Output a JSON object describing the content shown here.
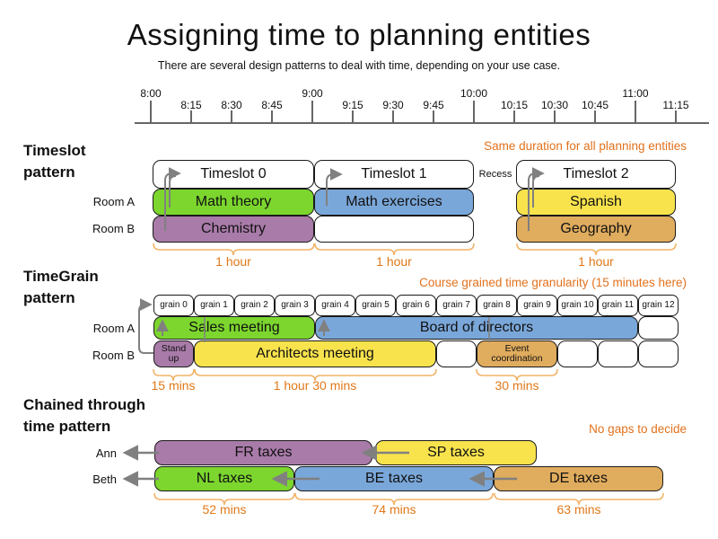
{
  "title": "Assigning time to planning entities",
  "subtitle": "There are several design patterns to deal with time, depending on your use case.",
  "timeline": {
    "labels": [
      "8:00",
      "8:15",
      "8:30",
      "8:45",
      "9:00",
      "9:15",
      "9:30",
      "9:45",
      "10:00",
      "10:15",
      "10:30",
      "10:45",
      "11:00",
      "11:15"
    ]
  },
  "timeslot": {
    "heading": [
      "Timeslot",
      "pattern"
    ],
    "annotation": "Same duration for all planning entities",
    "row_labels": [
      "Room A",
      "Room B"
    ],
    "slots": [
      "Timeslot 0",
      "Timeslot 1",
      "Timeslot 2"
    ],
    "recess_label": "Recess",
    "lessons": {
      "math_theory": "Math theory",
      "math_exercises": "Math exercises",
      "spanish": "Spanish",
      "chemistry": "Chemistry",
      "geography": "Geography"
    },
    "durations": [
      "1 hour",
      "1 hour",
      "1 hour"
    ]
  },
  "timegrain": {
    "heading": [
      "TimeGrain",
      "pattern"
    ],
    "annotation": "Course grained time granularity (15 minutes here)",
    "row_labels": [
      "Room A",
      "Room B"
    ],
    "grains": [
      "grain 0",
      "grain 1",
      "grain 2",
      "grain 3",
      "grain 4",
      "grain 5",
      "grain 6",
      "grain 7",
      "grain 8",
      "grain 9",
      "grain 10",
      "grain 11",
      "grain 12"
    ],
    "meetings": {
      "sales": "Sales meeting",
      "board": "Board of directors",
      "standup": "Stand up",
      "architects": "Architects meeting",
      "event": "Event coordination"
    },
    "durations": [
      "15 mins",
      "1 hour 30 mins",
      "30 mins"
    ]
  },
  "chained": {
    "heading": [
      "Chained through",
      "time pattern"
    ],
    "annotation": "No gaps to decide",
    "row_labels": [
      "Ann",
      "Beth"
    ],
    "tasks": {
      "fr": "FR taxes",
      "sp": "SP taxes",
      "nl": "NL taxes",
      "be": "BE taxes",
      "de": "DE taxes"
    },
    "durations": [
      "52 mins",
      "74 mins",
      "63 mins"
    ]
  },
  "colors": {
    "green": "#7cd62e",
    "blue": "#7aa7d9",
    "yellow": "#f8e34d",
    "purple": "#a97ba9",
    "tan": "#e0ac5e",
    "annotation": "#e2711c",
    "duration": "#e07818",
    "brace": "#f2b469",
    "arrow": "#808080",
    "axis": "#666666"
  }
}
